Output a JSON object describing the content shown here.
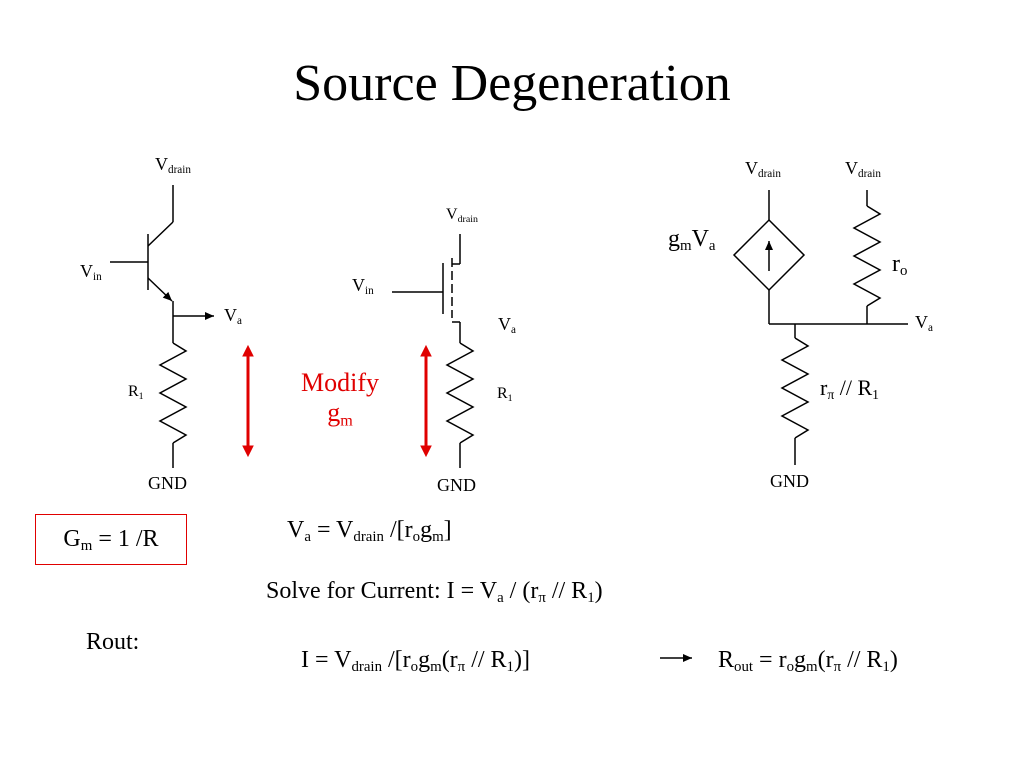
{
  "title": "Source Degeneration",
  "left_circuit": {
    "vdrain": "V",
    "vdrain_sub": "drain",
    "vin": "V",
    "vin_sub": "in",
    "va": "V",
    "va_sub": "a",
    "r1": "R",
    "r1_sub": "1",
    "gnd": "GND"
  },
  "mid_circuit": {
    "vdrain": "V",
    "vdrain_sub": "drain",
    "vin": "V",
    "vin_sub": "in",
    "va": "V",
    "va_sub": "a",
    "r1": "R",
    "r1_sub": "1",
    "gnd": "GND"
  },
  "modify_label": {
    "line1": "Modify",
    "g": "g",
    "g_sub": "m"
  },
  "right_circuit": {
    "vdrain_left": "V",
    "vdrain_left_sub": "drain",
    "vdrain_right": "V",
    "vdrain_right_sub": "drain",
    "gm": "g",
    "gm_sub": "m",
    "gm_v": "V",
    "gm_v_sub": "a",
    "ro": "r",
    "ro_sub": "o",
    "va": "V",
    "va_sub": "a",
    "rpi_r": "r",
    "rpi_sub": "π",
    "rpi_rest": " // R",
    "rpi_rest_sub": "1",
    "gnd": "GND"
  },
  "gm_box": {
    "g": "G",
    "g_sub": "m",
    "rest": " = 1 /R"
  },
  "eq1": {
    "a": "V",
    "a_sub": "a",
    "b": " = V",
    "b_sub": "drain",
    "c": " /[r",
    "c_sub": "o",
    "d": "g",
    "d_sub": "m",
    "e": "]"
  },
  "eq2": {
    "a": "Solve for Current: I = V",
    "a_sub": "a",
    "b": " / (r",
    "b_sub": "π",
    "c": " // R",
    "c_sub": "1",
    "d": ")"
  },
  "rout_label": "Rout:",
  "eq3": {
    "a": "I = V",
    "a_sub": "drain",
    "b": " /[r",
    "b_sub": "o",
    "c": "g",
    "c_sub": "m",
    "d": "(r",
    "d_sub": "π",
    "e": " // R",
    "e_sub": "1",
    "f": ")]"
  },
  "eq4": {
    "a": "R",
    "a_sub": "out",
    "b": " = r",
    "b_sub": "o",
    "c": "g",
    "c_sub": "m",
    "d": "(r",
    "d_sub": "π",
    "e": " // R",
    "e_sub": "1",
    "f": ")"
  },
  "colors": {
    "accent": "#e00000",
    "ink": "#000000",
    "background": "#ffffff"
  }
}
